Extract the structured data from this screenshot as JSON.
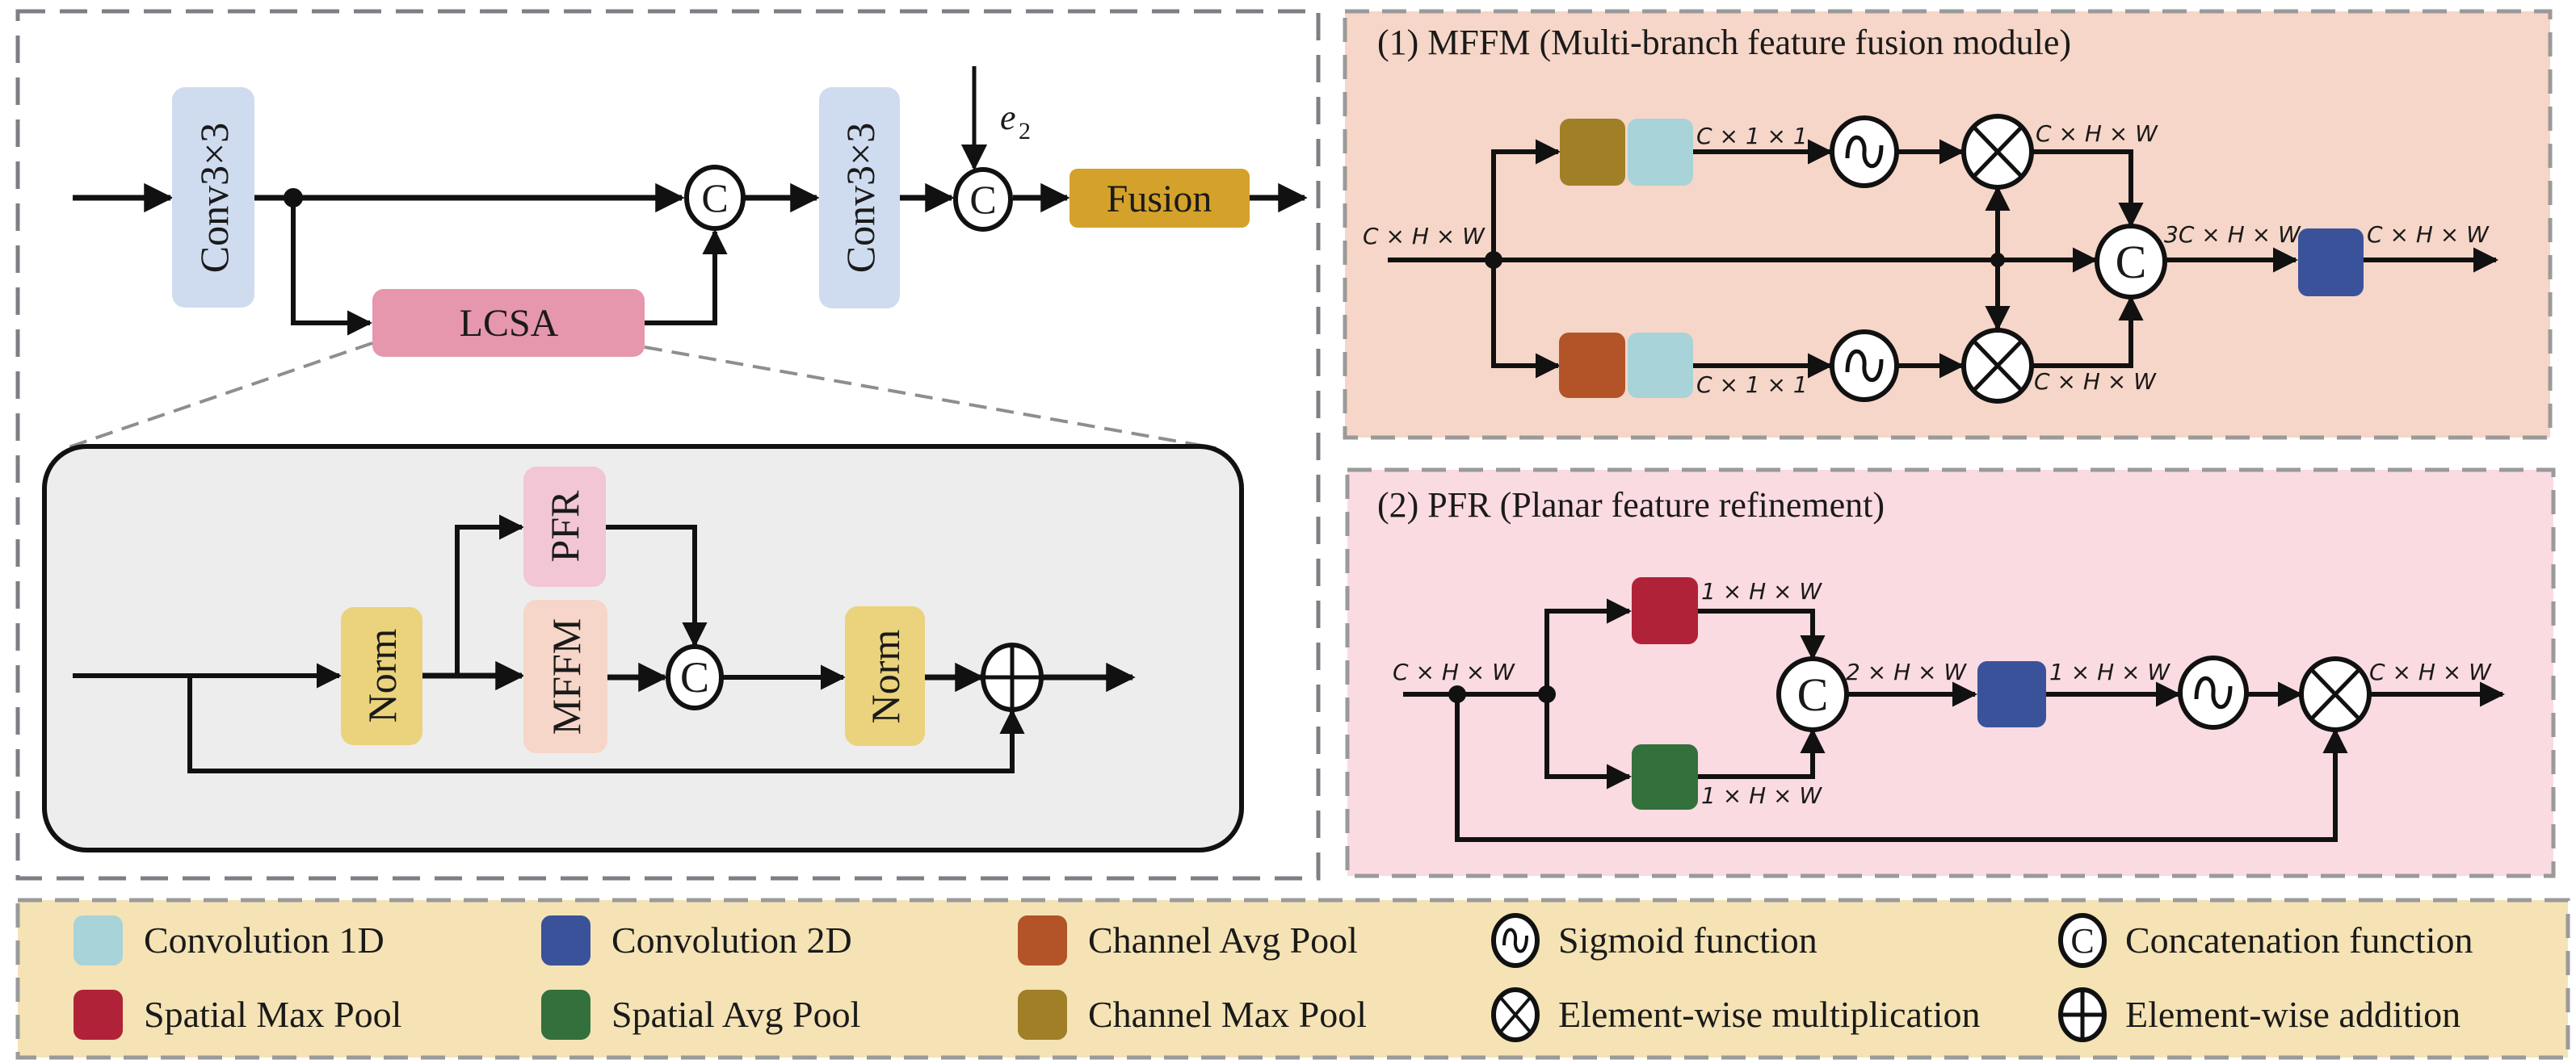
{
  "colors": {
    "conv3x3": "#cfdcef",
    "lcsa": "#e696ad",
    "fusion": "#d4a12a",
    "norm": "#ead37c",
    "pfr_block": "#f2c6d4",
    "mffm_block": "#f6d6c8",
    "inner_box": "#ededed",
    "mffm_panel": "#f6d6c8",
    "pfr_panel": "#fadbe1",
    "legend_panel": "#f5e3b5",
    "conv1d": "#a7d3d9",
    "conv2d": "#3a529a",
    "channel_avg_pool": "#b25428",
    "channel_max_pool": "#a07f27",
    "spatial_max_pool": "#b02238",
    "spatial_avg_pool": "#33703c"
  },
  "main": {
    "conv_a": "Conv3×3",
    "lcsa": "LCSA",
    "concat_a": "C",
    "conv_b": "Conv3×3",
    "concat_b": "C",
    "e2_base": "e",
    "e2_sub": "2",
    "fusion": "Fusion"
  },
  "lcsa_detail": {
    "norm_a": "Norm",
    "pfr": "PFR",
    "mffm": "MFFM",
    "concat": "C",
    "norm_b": "Norm"
  },
  "mffm_panel": {
    "title": "(1) MFFM (Multi-branch feature fusion module)",
    "input_dim": "C × H × W",
    "top_pooled_dim": "C × 1 × 1",
    "bottom_pooled_dim": "C × 1 × 1",
    "top_mult_dim": "C × H × W",
    "bottom_mult_dim": "C × H × W",
    "concat_dim": "3C × H × W",
    "output_dim": "C × H × W",
    "concat": "C"
  },
  "pfr_panel": {
    "title": "(2) PFR (Planar feature refinement)",
    "input_dim": "C × H × W",
    "max_dim": "1 × H × W",
    "avg_dim": "1 × H × W",
    "concat_dim": "2 × H × W",
    "conv_dim": "1 × H × W",
    "output_dim": "C × H × W",
    "concat": "C"
  },
  "legend": {
    "items": [
      {
        "label": "Convolution 1D",
        "icon": "swatch",
        "color": "#a7d3d9"
      },
      {
        "label": "Convolution 2D",
        "icon": "swatch",
        "color": "#3a529a"
      },
      {
        "label": "Channel Avg Pool",
        "icon": "swatch",
        "color": "#b25428"
      },
      {
        "label": "Sigmoid function",
        "icon": "sigmoid-icon"
      },
      {
        "label": "Concatenation function",
        "icon": "concat-icon"
      },
      {
        "label": "Spatial Max Pool",
        "icon": "swatch",
        "color": "#b02238"
      },
      {
        "label": "Spatial Avg Pool",
        "icon": "swatch",
        "color": "#33703c"
      },
      {
        "label": "Channel Max Pool",
        "icon": "swatch",
        "color": "#a07f27"
      },
      {
        "label": "Element-wise multiplication",
        "icon": "multiply-icon"
      },
      {
        "label": "Element-wise addition",
        "icon": "add-icon"
      }
    ]
  }
}
